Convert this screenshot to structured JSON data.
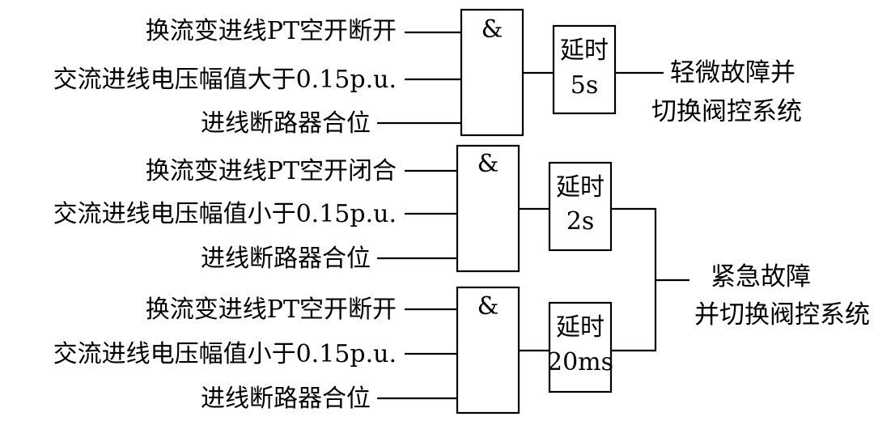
{
  "groups": [
    {
      "inputs": [
        "换流变进线PT空开断开",
        "交流进线电压幅值大于0.15p.u.",
        "进线断路器合位"
      ],
      "gate_symbol": "&",
      "delay": {
        "line1": "延时",
        "line2": "5s"
      }
    },
    {
      "inputs": [
        "换流变进线PT空开闭合",
        "交流进线电压幅值小于0.15p.u.",
        "进线断路器合位"
      ],
      "gate_symbol": "&",
      "delay": {
        "line1": "延时",
        "line2": "2s"
      }
    },
    {
      "inputs": [
        "换流变进线PT空开断开",
        "交流进线电压幅值小于0.15p.u.",
        "进线断路器合位"
      ],
      "gate_symbol": "&",
      "delay": {
        "line1": "延时",
        "line2": "20ms"
      }
    }
  ],
  "outputs": {
    "minor": {
      "line1": "轻微故障并",
      "line2": "切换阀控系统"
    },
    "emergency": {
      "line1": "紧急故障",
      "line2": "并切换阀控系统"
    }
  }
}
